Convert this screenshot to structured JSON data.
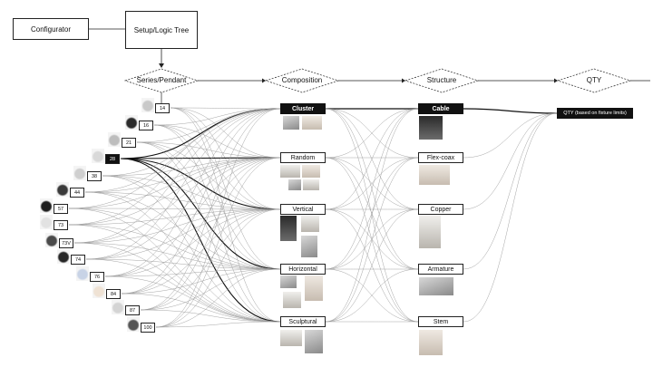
{
  "header": {
    "configurator_label": "Configurator",
    "setup_label": "Setup/Logic Tree"
  },
  "stages": [
    "Series/Pendant",
    "Composition",
    "Structure",
    "QTY"
  ],
  "pendants": [
    {
      "id": "14",
      "selected": false
    },
    {
      "id": "16",
      "selected": false
    },
    {
      "id": "21",
      "selected": false
    },
    {
      "id": "28",
      "selected": true
    },
    {
      "id": "38",
      "selected": false
    },
    {
      "id": "44",
      "selected": false
    },
    {
      "id": "57",
      "selected": false
    },
    {
      "id": "73",
      "selected": false
    },
    {
      "id": "73V",
      "selected": false
    },
    {
      "id": "74",
      "selected": false
    },
    {
      "id": "76",
      "selected": false
    },
    {
      "id": "84",
      "selected": false
    },
    {
      "id": "87",
      "selected": false
    },
    {
      "id": "100",
      "selected": false
    }
  ],
  "compositions": [
    {
      "label": "Cluster",
      "selected": true
    },
    {
      "label": "Random",
      "selected": false
    },
    {
      "label": "Vertical",
      "selected": false
    },
    {
      "label": "Horizontal",
      "selected": false
    },
    {
      "label": "Sculptural",
      "selected": false
    }
  ],
  "structures": [
    {
      "label": "Cable",
      "selected": true
    },
    {
      "label": "Flex-coax",
      "selected": false
    },
    {
      "label": "Copper",
      "selected": false
    },
    {
      "label": "Armature",
      "selected": false
    },
    {
      "label": "Stem",
      "selected": false
    }
  ],
  "qty_label": "QTY (based on fixture limits)",
  "colors": {
    "selected_fill": "#111111",
    "line": "#9a9a9a",
    "highlight_line": "#111111"
  }
}
